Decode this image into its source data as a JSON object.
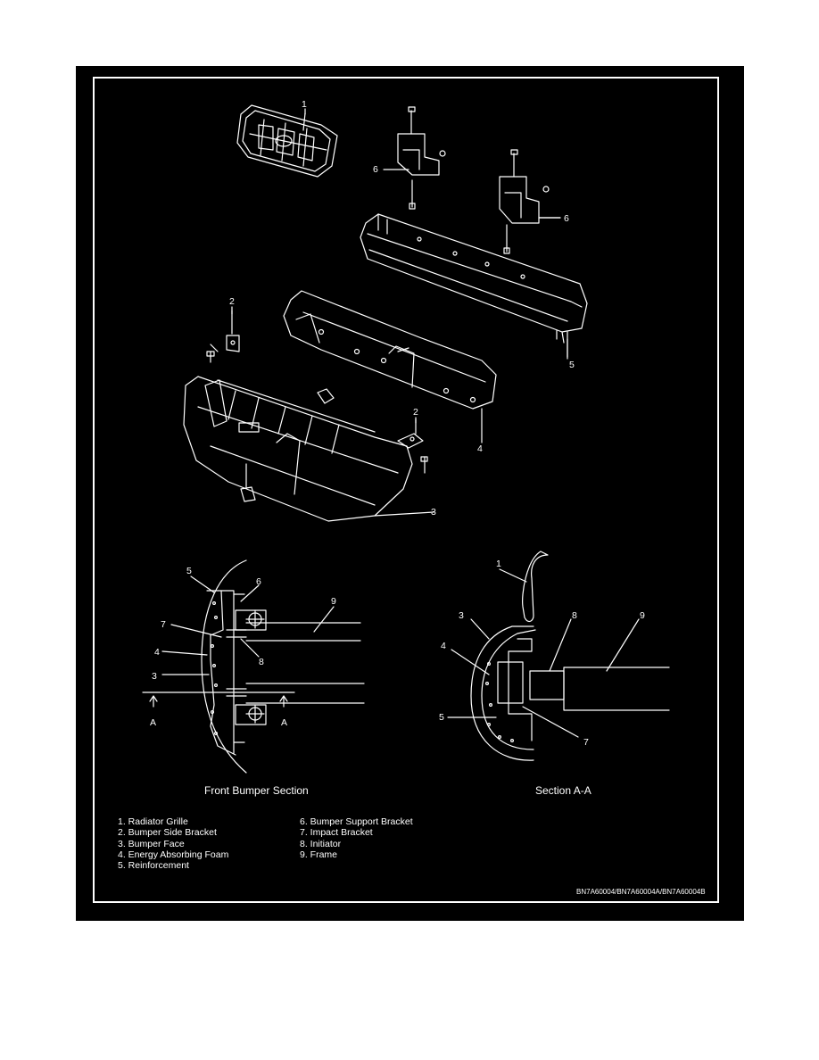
{
  "colors": {
    "background": "#000000",
    "line": "#ffffff",
    "page": "#ffffff"
  },
  "callouts": {
    "c1": "1",
    "c6a": "6",
    "c6b": "6",
    "c2a": "2",
    "c5a": "5",
    "c4a": "4",
    "c2b": "2",
    "c3a": "3",
    "s_5": "5",
    "s_6": "6",
    "s_9": "9",
    "s_7": "7",
    "s_8": "8",
    "s_4": "4",
    "s_3": "3",
    "s_A1": "A",
    "s_A2": "A",
    "r_1": "1",
    "r_3": "3",
    "r_8": "8",
    "r_9": "9",
    "r_4": "4",
    "r_5": "5",
    "r_7": "7"
  },
  "captions": {
    "front": "Front Bumper Section",
    "section": "Section A-A"
  },
  "legend": {
    "left": [
      "1.  Radiator Grille",
      "2.  Bumper Side Bracket",
      "3.  Bumper Face",
      "4.  Energy Absorbing Foam",
      "5.  Reinforcement"
    ],
    "right": [
      "6.  Bumper Support Bracket",
      "7.  Impact Bracket",
      "8.  Initiator",
      "9.  Frame"
    ]
  },
  "figure_code": "BN7A60004/BN7A60004A/BN7A60004B"
}
